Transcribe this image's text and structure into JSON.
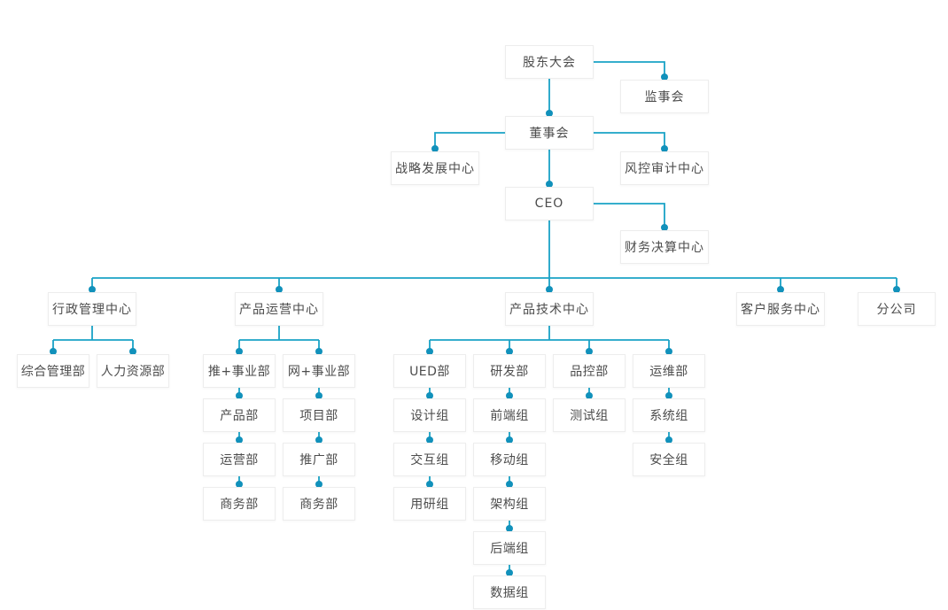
{
  "colors": {
    "background": "#ffffff",
    "connector": "#19a2c6",
    "dot": "#1191bb",
    "node_border": "#ededed",
    "node_text": "#4c4c4c"
  },
  "nodes": {
    "shareholders": {
      "label": "股东大会"
    },
    "supervisory": {
      "label": "监事会"
    },
    "board": {
      "label": "董事会"
    },
    "strategy": {
      "label": "战略发展中心"
    },
    "risk": {
      "label": "风控审计中心"
    },
    "ceo": {
      "label": "CEO"
    },
    "finance": {
      "label": "财务决算中心"
    },
    "admin": {
      "label": "行政管理中心"
    },
    "product_ops": {
      "label": "产品运营中心"
    },
    "product_tech": {
      "label": "产品技术中心"
    },
    "customer_service": {
      "label": "客户服务中心"
    },
    "branch": {
      "label": "分公司"
    },
    "general_mgmt": {
      "label": "综合管理部"
    },
    "hr": {
      "label": "人力资源部"
    },
    "tui_div": {
      "label": "推+事业部"
    },
    "wang_div": {
      "label": "网+事业部"
    },
    "ued": {
      "label": "UED部"
    },
    "rd": {
      "label": "研发部"
    },
    "qc": {
      "label": "品控部"
    },
    "om": {
      "label": "运维部"
    },
    "product_dept": {
      "label": "产品部"
    },
    "operations_dept": {
      "label": "运营部"
    },
    "business_dept_tui": {
      "label": "商务部"
    },
    "project_dept": {
      "label": "项目部"
    },
    "promotion_dept": {
      "label": "推广部"
    },
    "business_dept_wang": {
      "label": "商务部"
    },
    "design_group": {
      "label": "设计组"
    },
    "interaction_group": {
      "label": "交互组"
    },
    "user_research_group": {
      "label": "用研组"
    },
    "frontend_group": {
      "label": "前端组"
    },
    "mobile_group": {
      "label": "移动组"
    },
    "architecture_group": {
      "label": "架构组"
    },
    "backend_group": {
      "label": "后端组"
    },
    "data_group": {
      "label": "数据组"
    },
    "testing_group": {
      "label": "测试组"
    },
    "system_group": {
      "label": "系统组"
    },
    "security_group": {
      "label": "安全组"
    }
  },
  "edges": [
    {
      "from": "shareholders",
      "to": [
        "supervisory"
      ]
    },
    {
      "from": "shareholders",
      "to": [
        "board"
      ]
    },
    {
      "from": "board",
      "to": [
        "strategy"
      ]
    },
    {
      "from": "board",
      "to": [
        "risk"
      ]
    },
    {
      "from": "board",
      "to": [
        "ceo"
      ]
    },
    {
      "from": "ceo",
      "to": [
        "finance"
      ]
    },
    {
      "from": "ceo",
      "to": [
        "admin",
        "product_ops",
        "product_tech",
        "customer_service",
        "branch"
      ]
    },
    {
      "from": "admin",
      "to": [
        "general_mgmt",
        "hr"
      ]
    },
    {
      "from": "product_ops",
      "to": [
        "tui_div",
        "wang_div"
      ]
    },
    {
      "from": "product_tech",
      "to": [
        "ued",
        "rd",
        "qc",
        "om"
      ]
    },
    {
      "from": "tui_div",
      "to": [
        "product_dept"
      ]
    },
    {
      "from": "product_dept",
      "to": [
        "operations_dept"
      ]
    },
    {
      "from": "operations_dept",
      "to": [
        "business_dept_tui"
      ]
    },
    {
      "from": "wang_div",
      "to": [
        "project_dept"
      ]
    },
    {
      "from": "project_dept",
      "to": [
        "promotion_dept"
      ]
    },
    {
      "from": "promotion_dept",
      "to": [
        "business_dept_wang"
      ]
    },
    {
      "from": "ued",
      "to": [
        "design_group"
      ]
    },
    {
      "from": "design_group",
      "to": [
        "interaction_group"
      ]
    },
    {
      "from": "interaction_group",
      "to": [
        "user_research_group"
      ]
    },
    {
      "from": "rd",
      "to": [
        "frontend_group"
      ]
    },
    {
      "from": "frontend_group",
      "to": [
        "mobile_group"
      ]
    },
    {
      "from": "mobile_group",
      "to": [
        "architecture_group"
      ]
    },
    {
      "from": "architecture_group",
      "to": [
        "backend_group"
      ]
    },
    {
      "from": "backend_group",
      "to": [
        "data_group"
      ]
    },
    {
      "from": "qc",
      "to": [
        "testing_group"
      ]
    },
    {
      "from": "om",
      "to": [
        "system_group"
      ]
    },
    {
      "from": "system_group",
      "to": [
        "security_group"
      ]
    }
  ]
}
